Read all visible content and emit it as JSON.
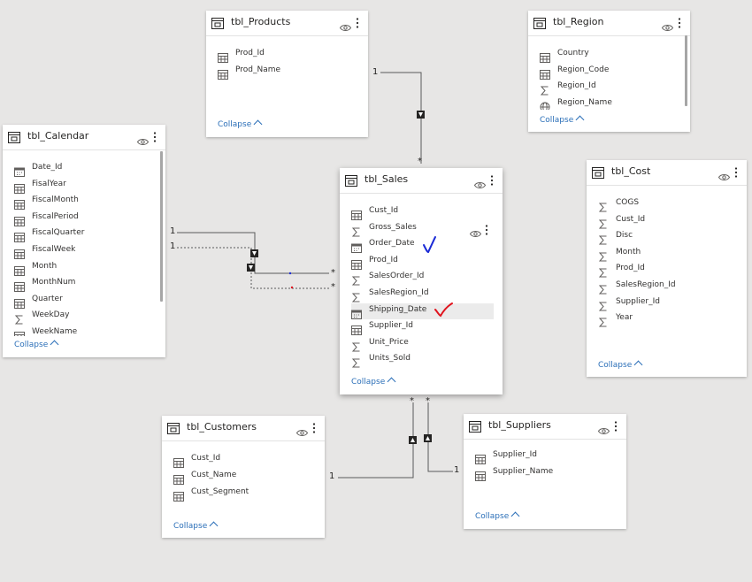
{
  "relationship_labels": {
    "one": "1",
    "many": "*"
  },
  "tables": {
    "products": {
      "title": "tbl_Products",
      "fields": [
        {
          "name": "Prod_Id",
          "type": "table"
        },
        {
          "name": "Prod_Name",
          "type": "table"
        }
      ],
      "collapse": "Collapse"
    },
    "region": {
      "title": "tbl_Region",
      "fields": [
        {
          "name": "Country",
          "type": "table"
        },
        {
          "name": "Region_Code",
          "type": "table"
        },
        {
          "name": "Region_Id",
          "type": "sigma"
        },
        {
          "name": "Region_Name",
          "type": "globe"
        }
      ],
      "collapse": "Collapse"
    },
    "calendar": {
      "title": "tbl_Calendar",
      "fields": [
        {
          "name": "Date_Id",
          "type": "calendar"
        },
        {
          "name": "FisalYear",
          "type": "table"
        },
        {
          "name": "FiscalMonth",
          "type": "table"
        },
        {
          "name": "FiscalPeriod",
          "type": "table"
        },
        {
          "name": "FiscalQuarter",
          "type": "table"
        },
        {
          "name": "FiscalWeek",
          "type": "table"
        },
        {
          "name": "Month",
          "type": "table"
        },
        {
          "name": "MonthNum",
          "type": "table"
        },
        {
          "name": "Quarter",
          "type": "table"
        },
        {
          "name": "WeekDay",
          "type": "sigma"
        },
        {
          "name": "WeekName",
          "type": "table"
        }
      ],
      "collapse": "Collapse"
    },
    "sales": {
      "title": "tbl_Sales",
      "fields": [
        {
          "name": "Cust_Id",
          "type": "table"
        },
        {
          "name": "Gross_Sales",
          "type": "sigma"
        },
        {
          "name": "Order_Date",
          "type": "calendar"
        },
        {
          "name": "Prod_Id",
          "type": "table"
        },
        {
          "name": "SalesOrder_Id",
          "type": "sigma"
        },
        {
          "name": "SalesRegion_Id",
          "type": "sigma"
        },
        {
          "name": "Shipping_Date",
          "type": "calendar"
        },
        {
          "name": "Supplier_Id",
          "type": "table"
        },
        {
          "name": "Unit_Price",
          "type": "sigma"
        },
        {
          "name": "Units_Sold",
          "type": "sigma"
        }
      ],
      "collapse": "Collapse"
    },
    "cost": {
      "title": "tbl_Cost",
      "fields": [
        {
          "name": "COGS",
          "type": "sigma"
        },
        {
          "name": "Cust_Id",
          "type": "sigma"
        },
        {
          "name": "Disc",
          "type": "sigma"
        },
        {
          "name": "Month",
          "type": "sigma"
        },
        {
          "name": "Prod_Id",
          "type": "sigma"
        },
        {
          "name": "SalesRegion_Id",
          "type": "sigma"
        },
        {
          "name": "Supplier_Id",
          "type": "sigma"
        },
        {
          "name": "Year",
          "type": "sigma"
        }
      ],
      "collapse": "Collapse"
    },
    "customers": {
      "title": "tbl_Customers",
      "fields": [
        {
          "name": "Cust_Id",
          "type": "table"
        },
        {
          "name": "Cust_Name",
          "type": "table"
        },
        {
          "name": "Cust_Segment",
          "type": "table"
        }
      ],
      "collapse": "Collapse"
    },
    "suppliers": {
      "title": "tbl_Suppliers",
      "fields": [
        {
          "name": "Supplier_Id",
          "type": "table"
        },
        {
          "name": "Supplier_Name",
          "type": "table"
        }
      ],
      "collapse": "Collapse"
    }
  },
  "icons": {
    "table_header": "table-header-icon",
    "visibility": "eye-icon",
    "more_options": "more-options-icon",
    "field_table": "table-field-icon",
    "field_sigma": "sigma-icon",
    "field_calendar": "calendar-icon",
    "field_globe": "globe-icon",
    "collapse": "chevron-up-icon",
    "filter_direction": "filter-arrow-icon"
  },
  "colors": {
    "canvas": "#e7e6e5",
    "card": "#ffffff",
    "line": "#555555",
    "collapse_link": "#2b6fb8",
    "blue_check": "#1b2bd6",
    "red_check": "#e0141e"
  }
}
